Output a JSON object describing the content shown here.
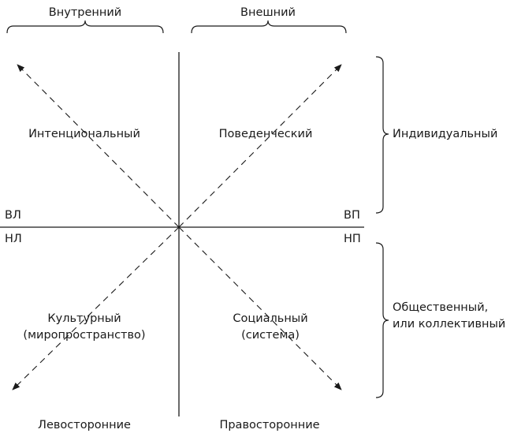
{
  "columns": {
    "inner": "Внутренний",
    "outer": "Внешний"
  },
  "rows": {
    "individual": "Индивидуальный",
    "collective_line1": "Общественный,",
    "collective_line2": "или коллективный"
  },
  "quadrants": {
    "ul": "Интенциональный",
    "ur": "Поведенческий",
    "ll_line1": "Культурный",
    "ll_line2": "(миропространство)",
    "lr_line1": "Социальный",
    "lr_line2": "(система)"
  },
  "codes": {
    "ul": "ВЛ",
    "ur": "ВП",
    "ll": "НЛ",
    "lr": "НП"
  },
  "footer": {
    "left": "Левосторонние",
    "right": "Правосторонние"
  }
}
